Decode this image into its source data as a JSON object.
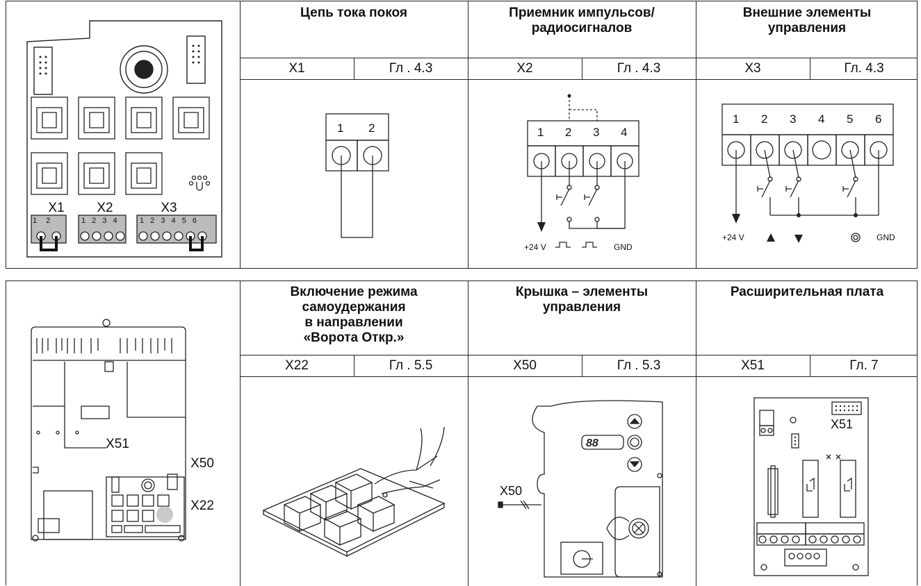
{
  "top": {
    "sections": [
      {
        "title": "Цепь тока покоя",
        "connector": "X1",
        "ref": "Гл . 4.3"
      },
      {
        "title": "Приемник импульсов/\nрадиосигналов",
        "connector": "X2",
        "ref": "Гл . 4.3"
      },
      {
        "title": "Внешние элементы\nуправления",
        "connector": "X3",
        "ref": "Гл. 4.3"
      }
    ],
    "board_labels": {
      "x1": "X1",
      "x2": "X2",
      "x3": "X3",
      "x1_pins": "1 2",
      "x2_pins": "1 2 3 4",
      "x3_pins": "1 2 3 4 5 6"
    },
    "x1_diagram": {
      "pins": [
        "1",
        "2"
      ]
    },
    "x2_diagram": {
      "pins": [
        "1",
        "2",
        "3",
        "4"
      ],
      "bottom_labels": [
        "+24 V",
        "GND"
      ]
    },
    "x3_diagram": {
      "pins": [
        "1",
        "2",
        "3",
        "4",
        "5",
        "6"
      ],
      "bottom_labels": [
        "+24 V",
        "GND"
      ]
    }
  },
  "bottom": {
    "sections": [
      {
        "title": "Включение режима\nсамоудержания\nв направлении\n«Ворота Откр.»",
        "connector": "X22",
        "ref": "Гл . 5.5"
      },
      {
        "title": "Крышка – элементы\nуправления",
        "connector": "X50",
        "ref": "Гл . 5.3"
      },
      {
        "title": "Расширительная плата",
        "connector": "X51",
        "ref": "Гл. 7"
      }
    ],
    "housing_labels": {
      "x51": "X51",
      "x50": "X50",
      "x22": "X22"
    },
    "x50_diagram": {
      "cable_label": "X50",
      "display": "88"
    },
    "x51_diagram": {
      "board_label": "X51"
    }
  }
}
